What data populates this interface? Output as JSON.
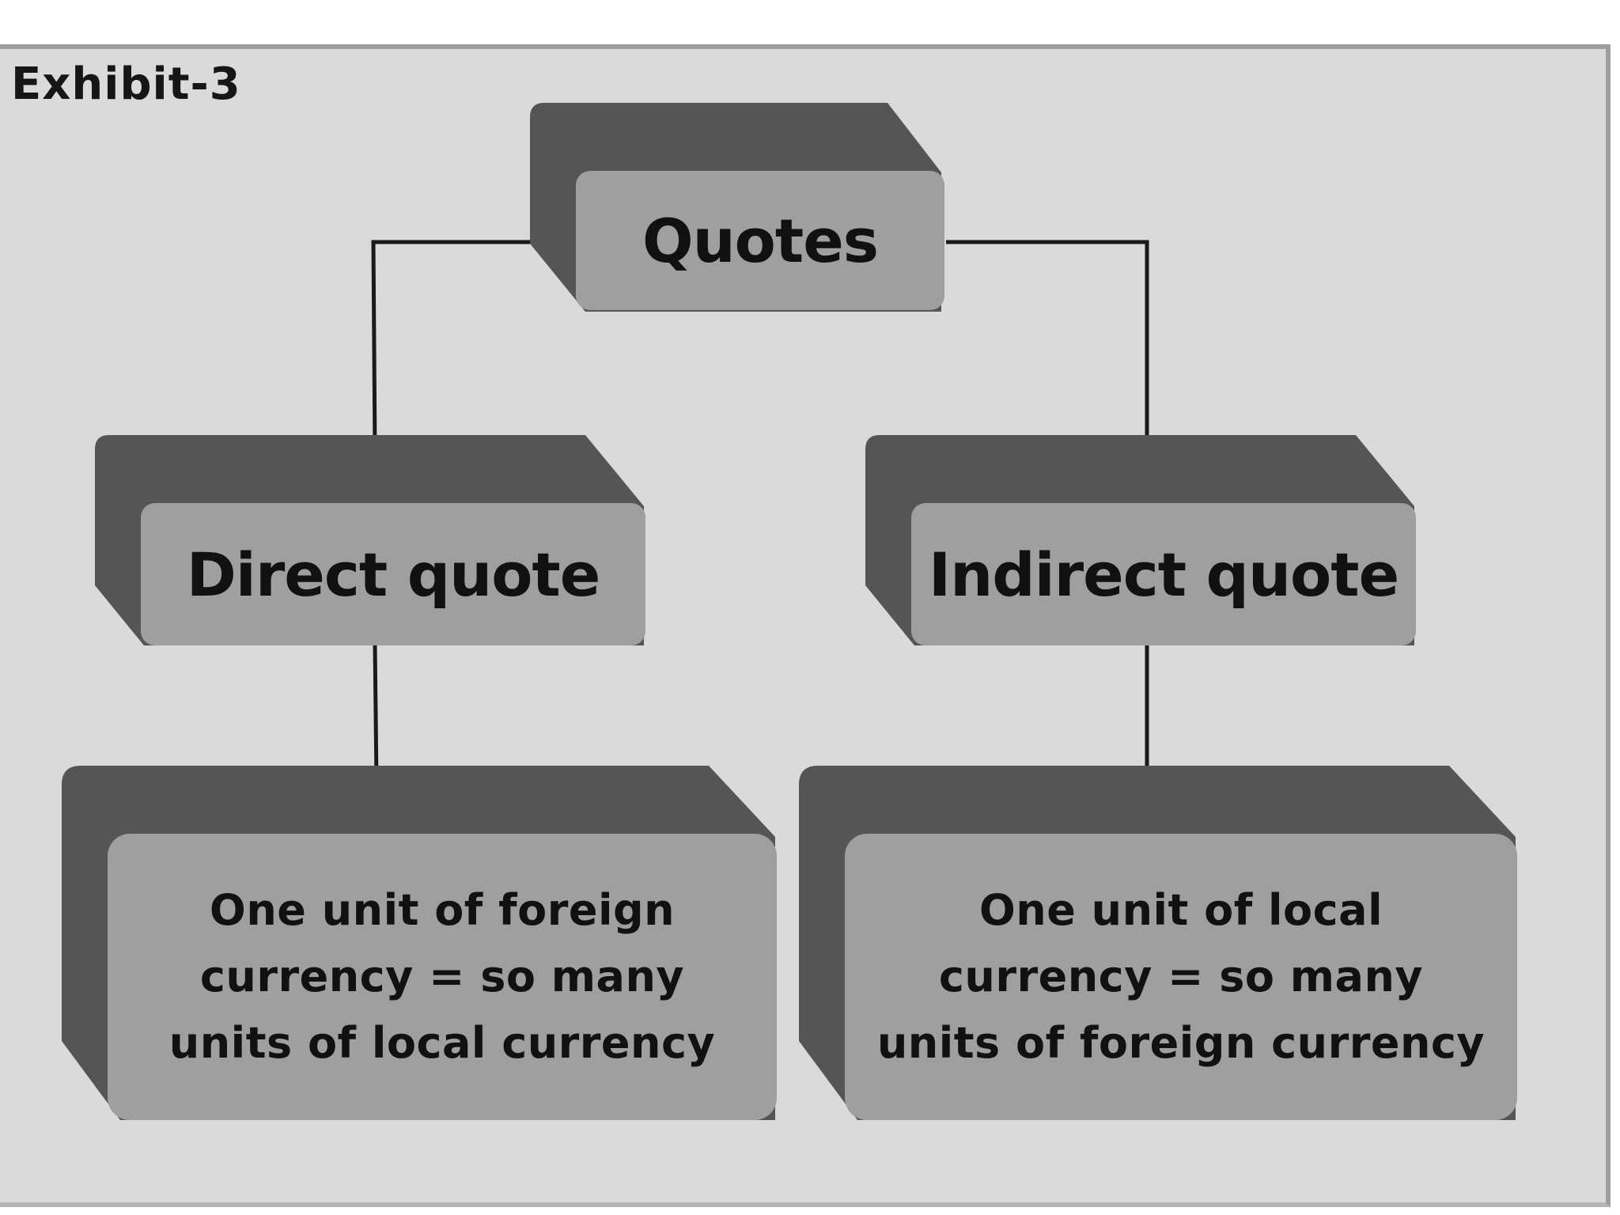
{
  "exhibit_label": "Exhibit-3",
  "diagram": {
    "root": {
      "label": "Quotes"
    },
    "branches": [
      {
        "label": "Direct quote",
        "description": "One unit of foreign currency = so many units of local currency"
      },
      {
        "label": "Indirect quote",
        "description": "One unit of local currency = so many units of foreign currency"
      }
    ]
  },
  "colors": {
    "panel_background": "#dadada",
    "box_face": "#9f9f9f",
    "box_depth": "#555555",
    "connector": "#1a1a1a",
    "text": "#111111"
  }
}
